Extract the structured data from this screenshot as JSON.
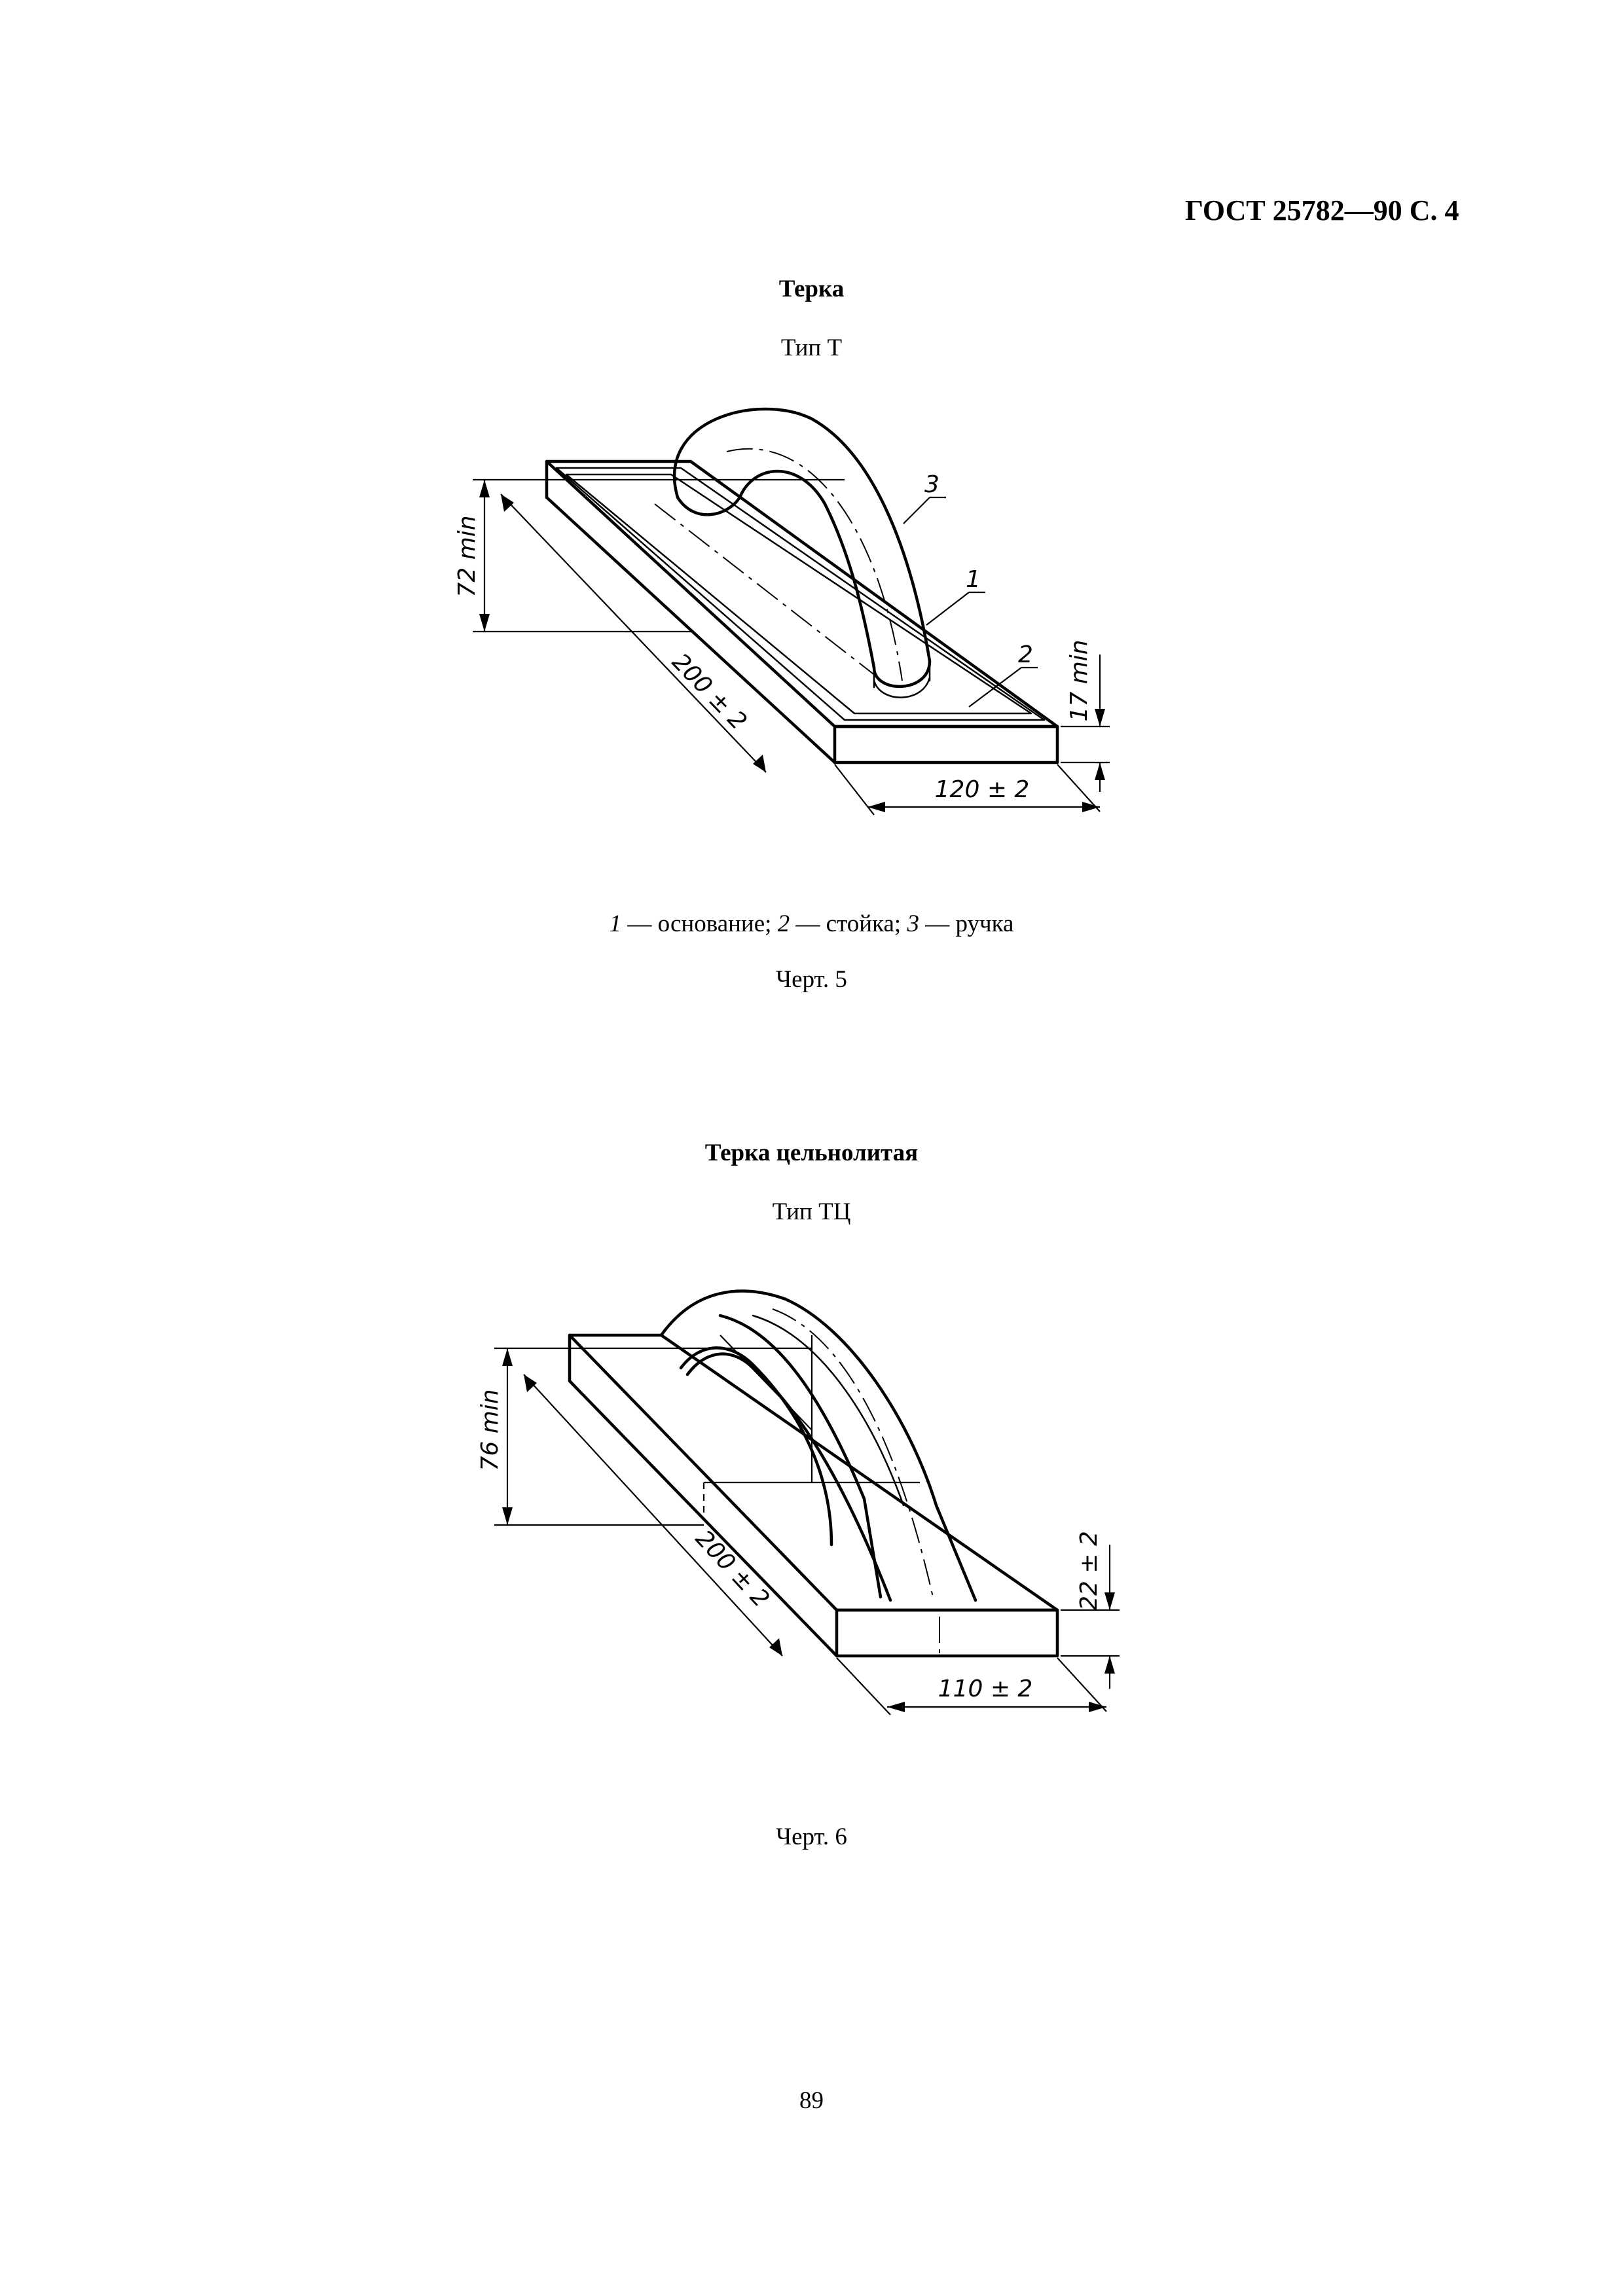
{
  "header": {
    "text": "ГОСТ 25782—90 С. 4"
  },
  "figure5": {
    "title": "Терка",
    "type_label": "Тип Т",
    "dims": {
      "length": "200 ± 2",
      "width": "120 ± 2",
      "height": "72 min",
      "thickness": "17 min"
    },
    "callouts": [
      "1",
      "2",
      "3"
    ],
    "legend": [
      {
        "num": "1",
        "text": " — основание; "
      },
      {
        "num": "2",
        "text": " — стойка; "
      },
      {
        "num": "3",
        "text": " — ручка"
      }
    ],
    "caption": "Черт. 5"
  },
  "figure6": {
    "title": "Терка  цельнолитая",
    "type_label": "Тип ТЦ",
    "dims": {
      "length": "200 ± 2",
      "width": "110 ± 2",
      "height": "76 min",
      "thickness": "22 ± 2"
    },
    "caption": "Черт. 6"
  },
  "page_number": "89"
}
